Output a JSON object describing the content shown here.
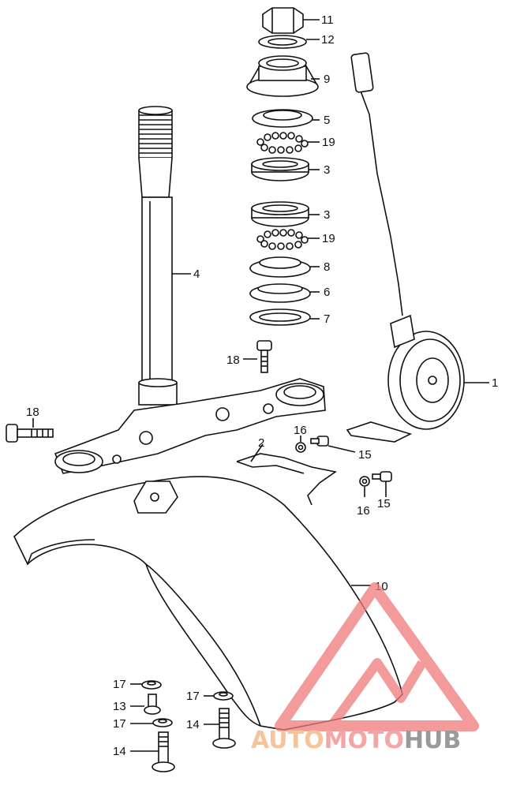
{
  "callouts": [
    {
      "id": "c11",
      "text": "11"
    },
    {
      "id": "c12",
      "text": "12"
    },
    {
      "id": "c9",
      "text": "9"
    },
    {
      "id": "c5",
      "text": "5"
    },
    {
      "id": "c19a",
      "text": "19"
    },
    {
      "id": "c3a",
      "text": "3"
    },
    {
      "id": "c3b",
      "text": "3"
    },
    {
      "id": "c19b",
      "text": "19"
    },
    {
      "id": "c8",
      "text": "8"
    },
    {
      "id": "c6",
      "text": "6"
    },
    {
      "id": "c7",
      "text": "7"
    },
    {
      "id": "c4",
      "text": "4"
    },
    {
      "id": "c1",
      "text": "1"
    },
    {
      "id": "c18a",
      "text": "18"
    },
    {
      "id": "c18b",
      "text": "18"
    },
    {
      "id": "c2",
      "text": "2"
    },
    {
      "id": "c16a",
      "text": "16"
    },
    {
      "id": "c15a",
      "text": "15"
    },
    {
      "id": "c16b",
      "text": "16"
    },
    {
      "id": "c15b",
      "text": "15"
    },
    {
      "id": "c10",
      "text": "10"
    },
    {
      "id": "c17a",
      "text": "17"
    },
    {
      "id": "c13",
      "text": "13"
    },
    {
      "id": "c17b",
      "text": "17"
    },
    {
      "id": "c14a",
      "text": "14"
    },
    {
      "id": "c17c",
      "text": "17"
    },
    {
      "id": "c14b",
      "text": "14"
    }
  ],
  "watermark": {
    "part1": "AUTO",
    "part2": "MOTO",
    "part3": "HUB",
    "color1": "#f6c49a",
    "color2": "#f4a6a6",
    "color3": "#9a9a9a",
    "logo_color": "#f07a7a"
  }
}
